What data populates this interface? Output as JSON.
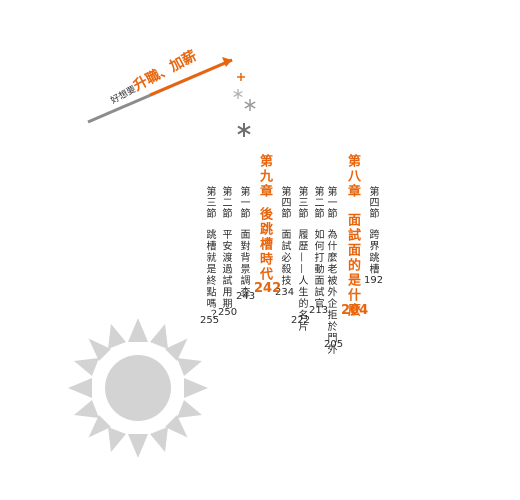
{
  "banner": {
    "prefix": "好想要",
    "word1": "升職",
    "separator": "、",
    "word2": "加薪"
  },
  "icons": [
    "sparkle-icon",
    "snowflake-icon",
    "sun-icon"
  ],
  "colors": {
    "accent": "#e8650d",
    "gray": "#8c8c8c",
    "text": "#2b2b2b"
  },
  "toc": {
    "col_prev_section": {
      "label": "第四節",
      "title": "跨界跳槽",
      "page": "192"
    },
    "chapter8": {
      "label": "第八章",
      "title": "面試面的是什麼",
      "page": "204",
      "sections": [
        {
          "label": "第一節",
          "title": "為什麼老被外企拒於門外",
          "page": "205"
        },
        {
          "label": "第二節",
          "title": "如何打動面試官",
          "page": "213"
        },
        {
          "label": "第三節",
          "title": "履歷——人生的名片",
          "page": "222"
        },
        {
          "label": "第四節",
          "title": "面試必殺技",
          "page": "234"
        }
      ]
    },
    "chapter9": {
      "label": "第九章",
      "title": "後跳槽時代",
      "page": "242",
      "sections": [
        {
          "label": "第一節",
          "title": "面對背景調查",
          "page": "243"
        },
        {
          "label": "第二節",
          "title": "平安渡過試用期",
          "page": "250"
        },
        {
          "label": "第三節",
          "title": "跳槽就是終點嗎？",
          "page": "255"
        }
      ]
    }
  }
}
